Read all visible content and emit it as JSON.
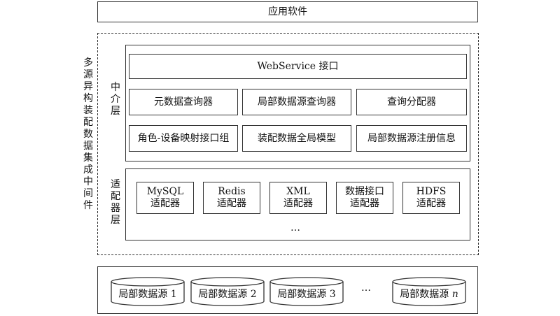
{
  "top": {
    "label": "应用软件"
  },
  "middleware": {
    "label": "多源异构装配数据集成中间件"
  },
  "mediation": {
    "label": "中介层",
    "webservice": "WebService 接口",
    "row1": [
      "元数据查询器",
      "局部数据源查询器",
      "查询分配器"
    ],
    "row2": [
      "角色-设备映射接口组",
      "装配数据全局模型",
      "局部数据源注册信息"
    ]
  },
  "adapter_layer": {
    "label": "适配器层",
    "adapters": [
      {
        "name": "MySQL",
        "suffix": "适配器"
      },
      {
        "name": "Redis",
        "suffix": "适配器"
      },
      {
        "name": "XML",
        "suffix": "适配器"
      },
      {
        "name": "数据接口",
        "suffix": "适配器"
      },
      {
        "name": "HDFS",
        "suffix": "适配器"
      }
    ],
    "ellipsis": "…"
  },
  "datasources": {
    "items": [
      "局部数据源 1",
      "局部数据源 2",
      "局部数据源 3"
    ],
    "ellipsis": "…",
    "last_prefix": "局部数据源 ",
    "last_suffix": "n"
  }
}
